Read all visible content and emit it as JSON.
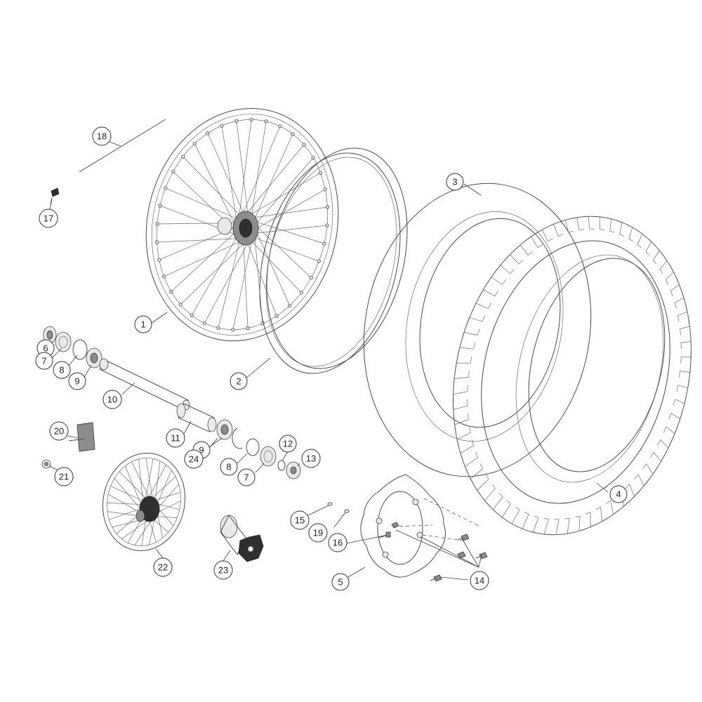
{
  "callouts": [
    "1",
    "2",
    "3",
    "4",
    "5",
    "6",
    "7",
    "8",
    "9",
    "10",
    "11",
    "12",
    "13",
    "14",
    "15",
    "16",
    "17",
    "18",
    "19",
    "20",
    "21",
    "22",
    "23",
    "24"
  ],
  "callout_7_second": "7",
  "callout_8_second": "8",
  "callout_9_second": "9"
}
